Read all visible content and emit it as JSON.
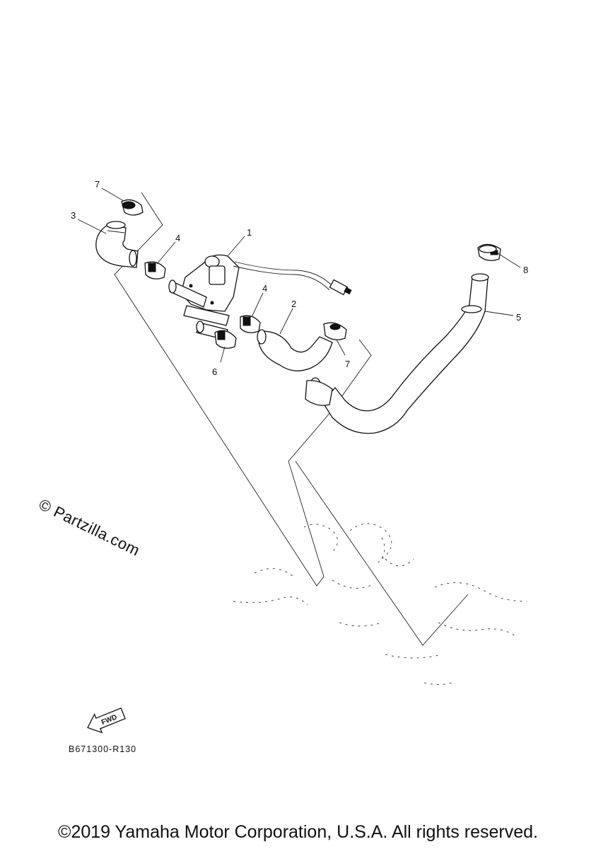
{
  "callouts": [
    {
      "id": "1",
      "label": "1"
    },
    {
      "id": "2",
      "label": "2"
    },
    {
      "id": "3",
      "label": "3"
    },
    {
      "id": "4a",
      "label": "4"
    },
    {
      "id": "4b",
      "label": "4"
    },
    {
      "id": "5",
      "label": "5"
    },
    {
      "id": "6",
      "label": "6"
    },
    {
      "id": "7a",
      "label": "7"
    },
    {
      "id": "7b",
      "label": "7"
    },
    {
      "id": "8",
      "label": "8"
    }
  ],
  "watermark": "© Partzilla.com",
  "fwd_label": "FWD",
  "drawing_code": "B671300-R130",
  "footer": "©2019 Yamaha Motor Corporation, U.S.A. All rights reserved."
}
